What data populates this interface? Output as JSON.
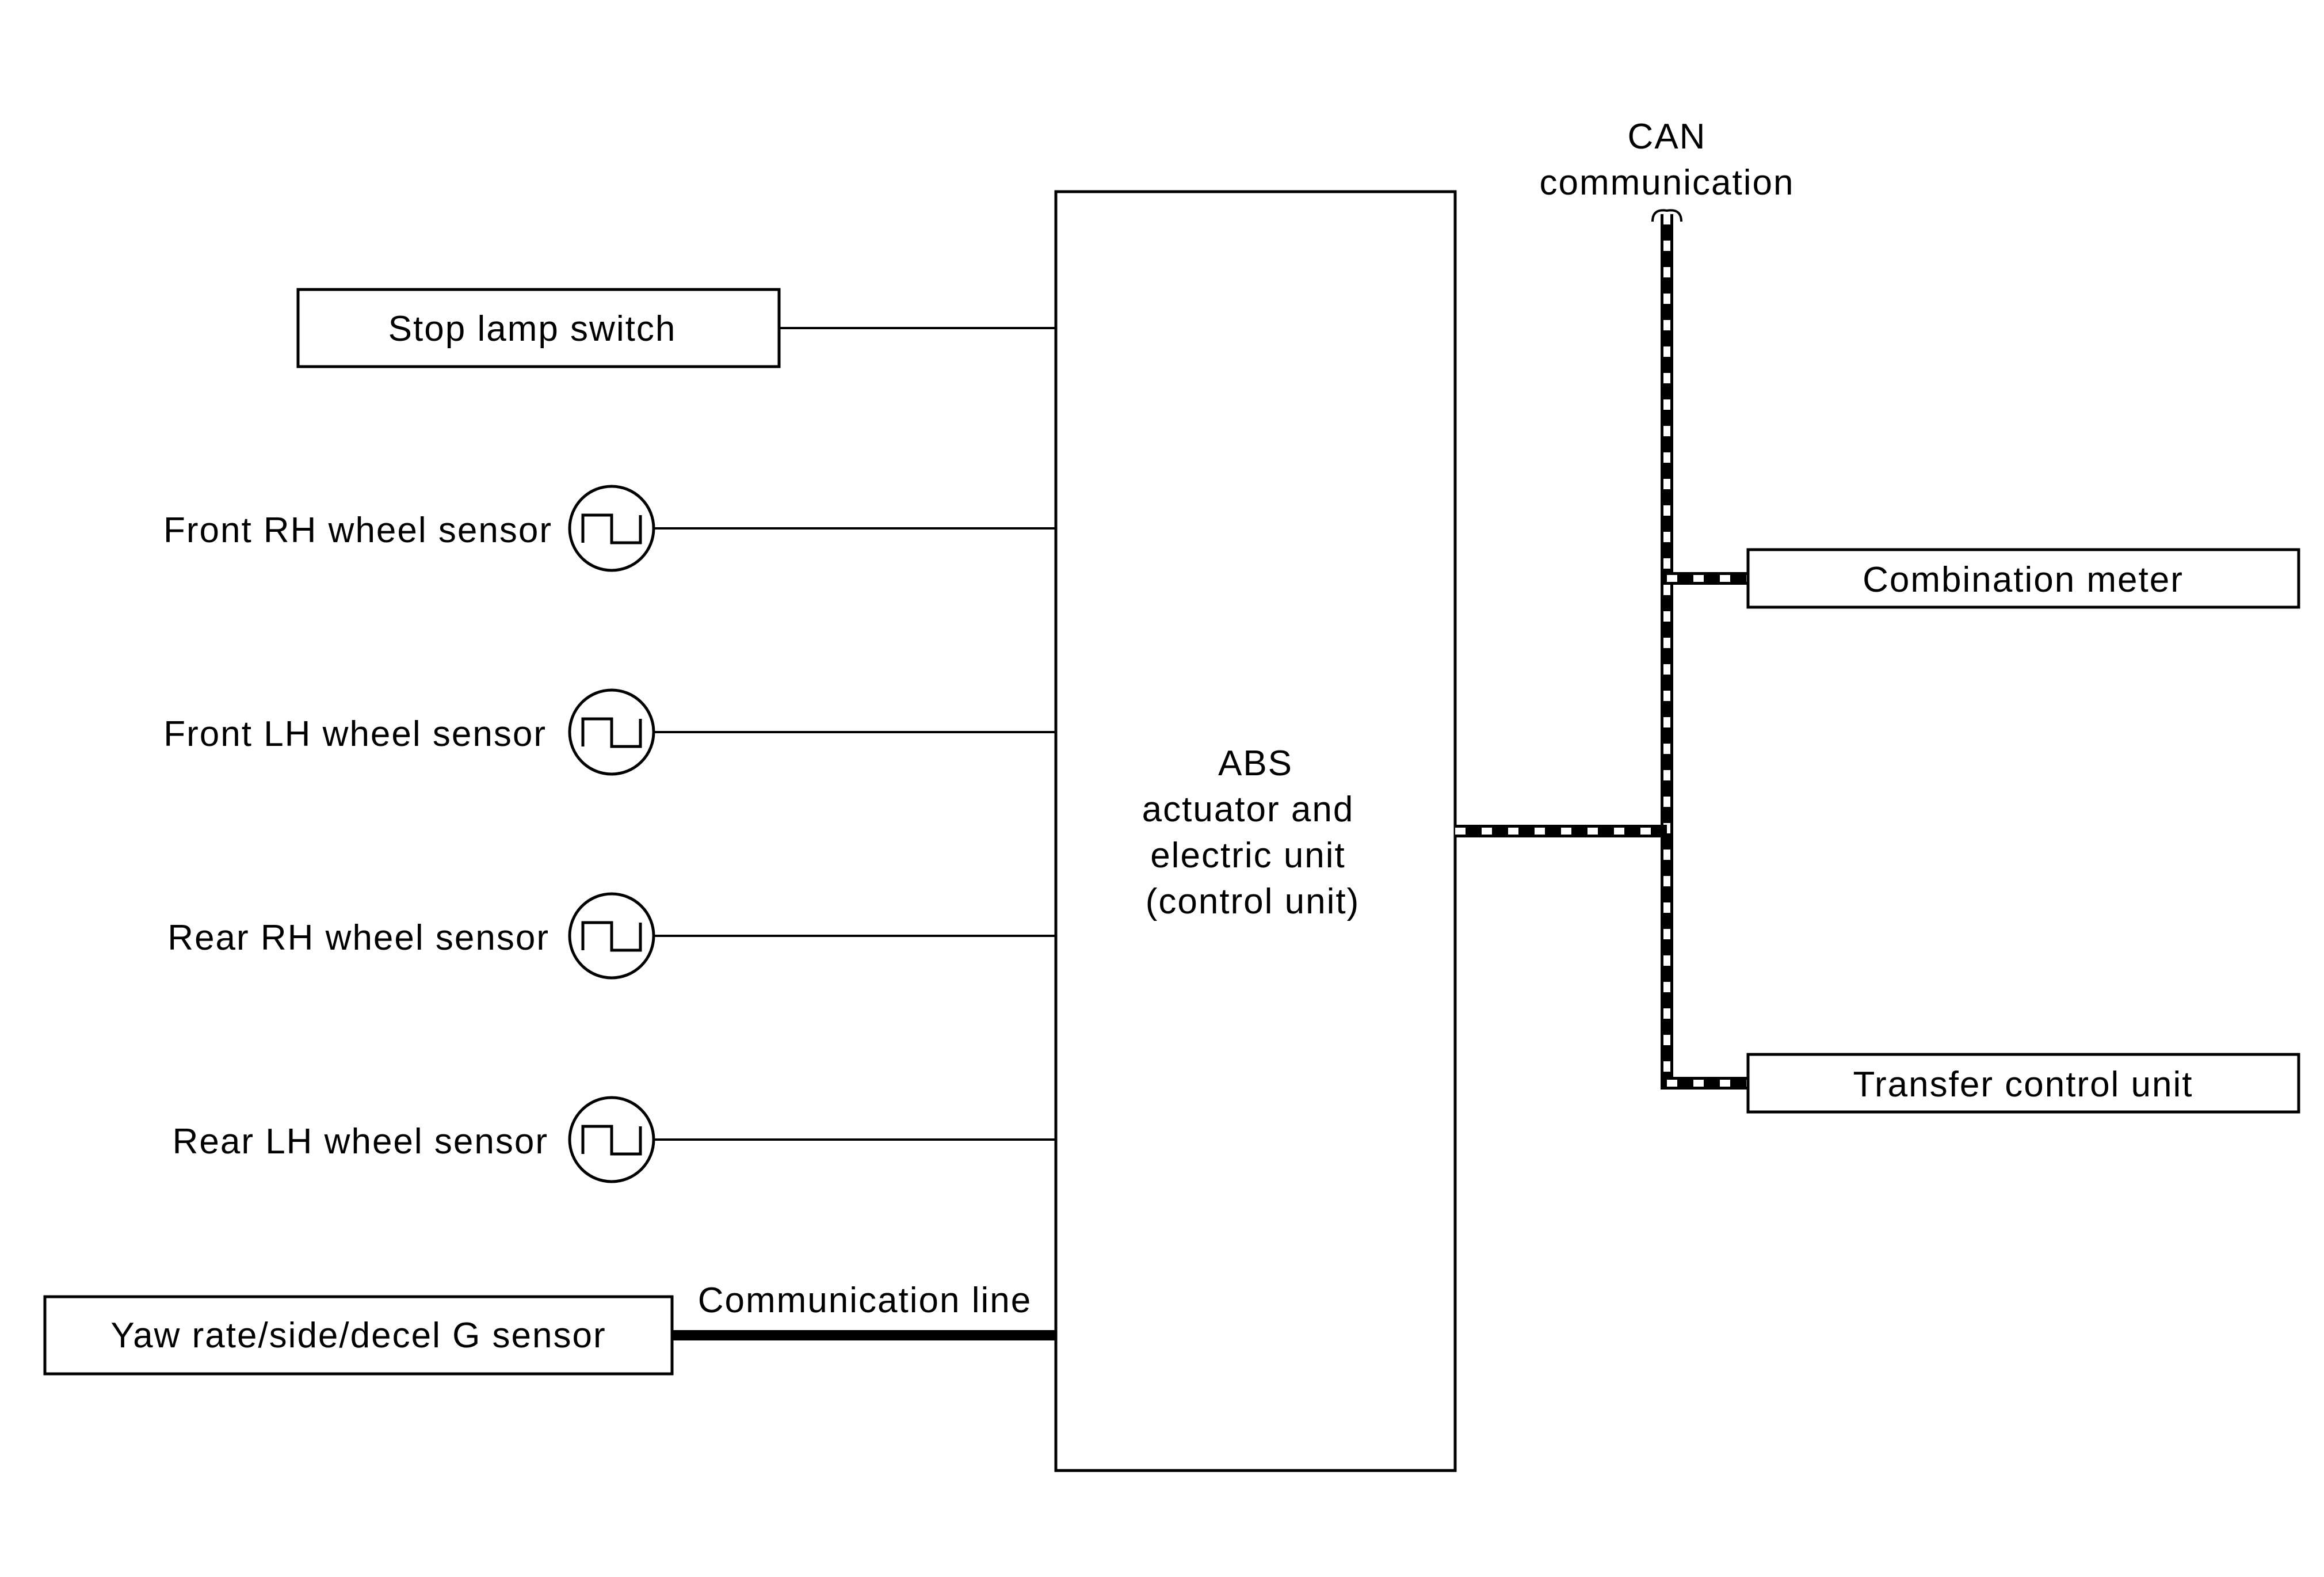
{
  "blocks": {
    "stop_lamp_switch": "Stop lamp switch",
    "yaw_rate_sensor": "Yaw rate/side/decel G sensor",
    "abs_unit": [
      "ABS",
      "actuator and",
      "electric unit",
      "(control unit)"
    ],
    "combination_meter": "Combination meter",
    "transfer_control_unit": "Transfer control unit"
  },
  "sensors": [
    "Front RH wheel sensor",
    "Front LH wheel sensor",
    "Rear RH wheel sensor",
    "Rear LH wheel sensor"
  ],
  "labels": {
    "communication_line": "Communication line",
    "can": [
      "CAN",
      "communication"
    ]
  },
  "icons": {
    "sensor": "square-wave-pulse-icon"
  }
}
